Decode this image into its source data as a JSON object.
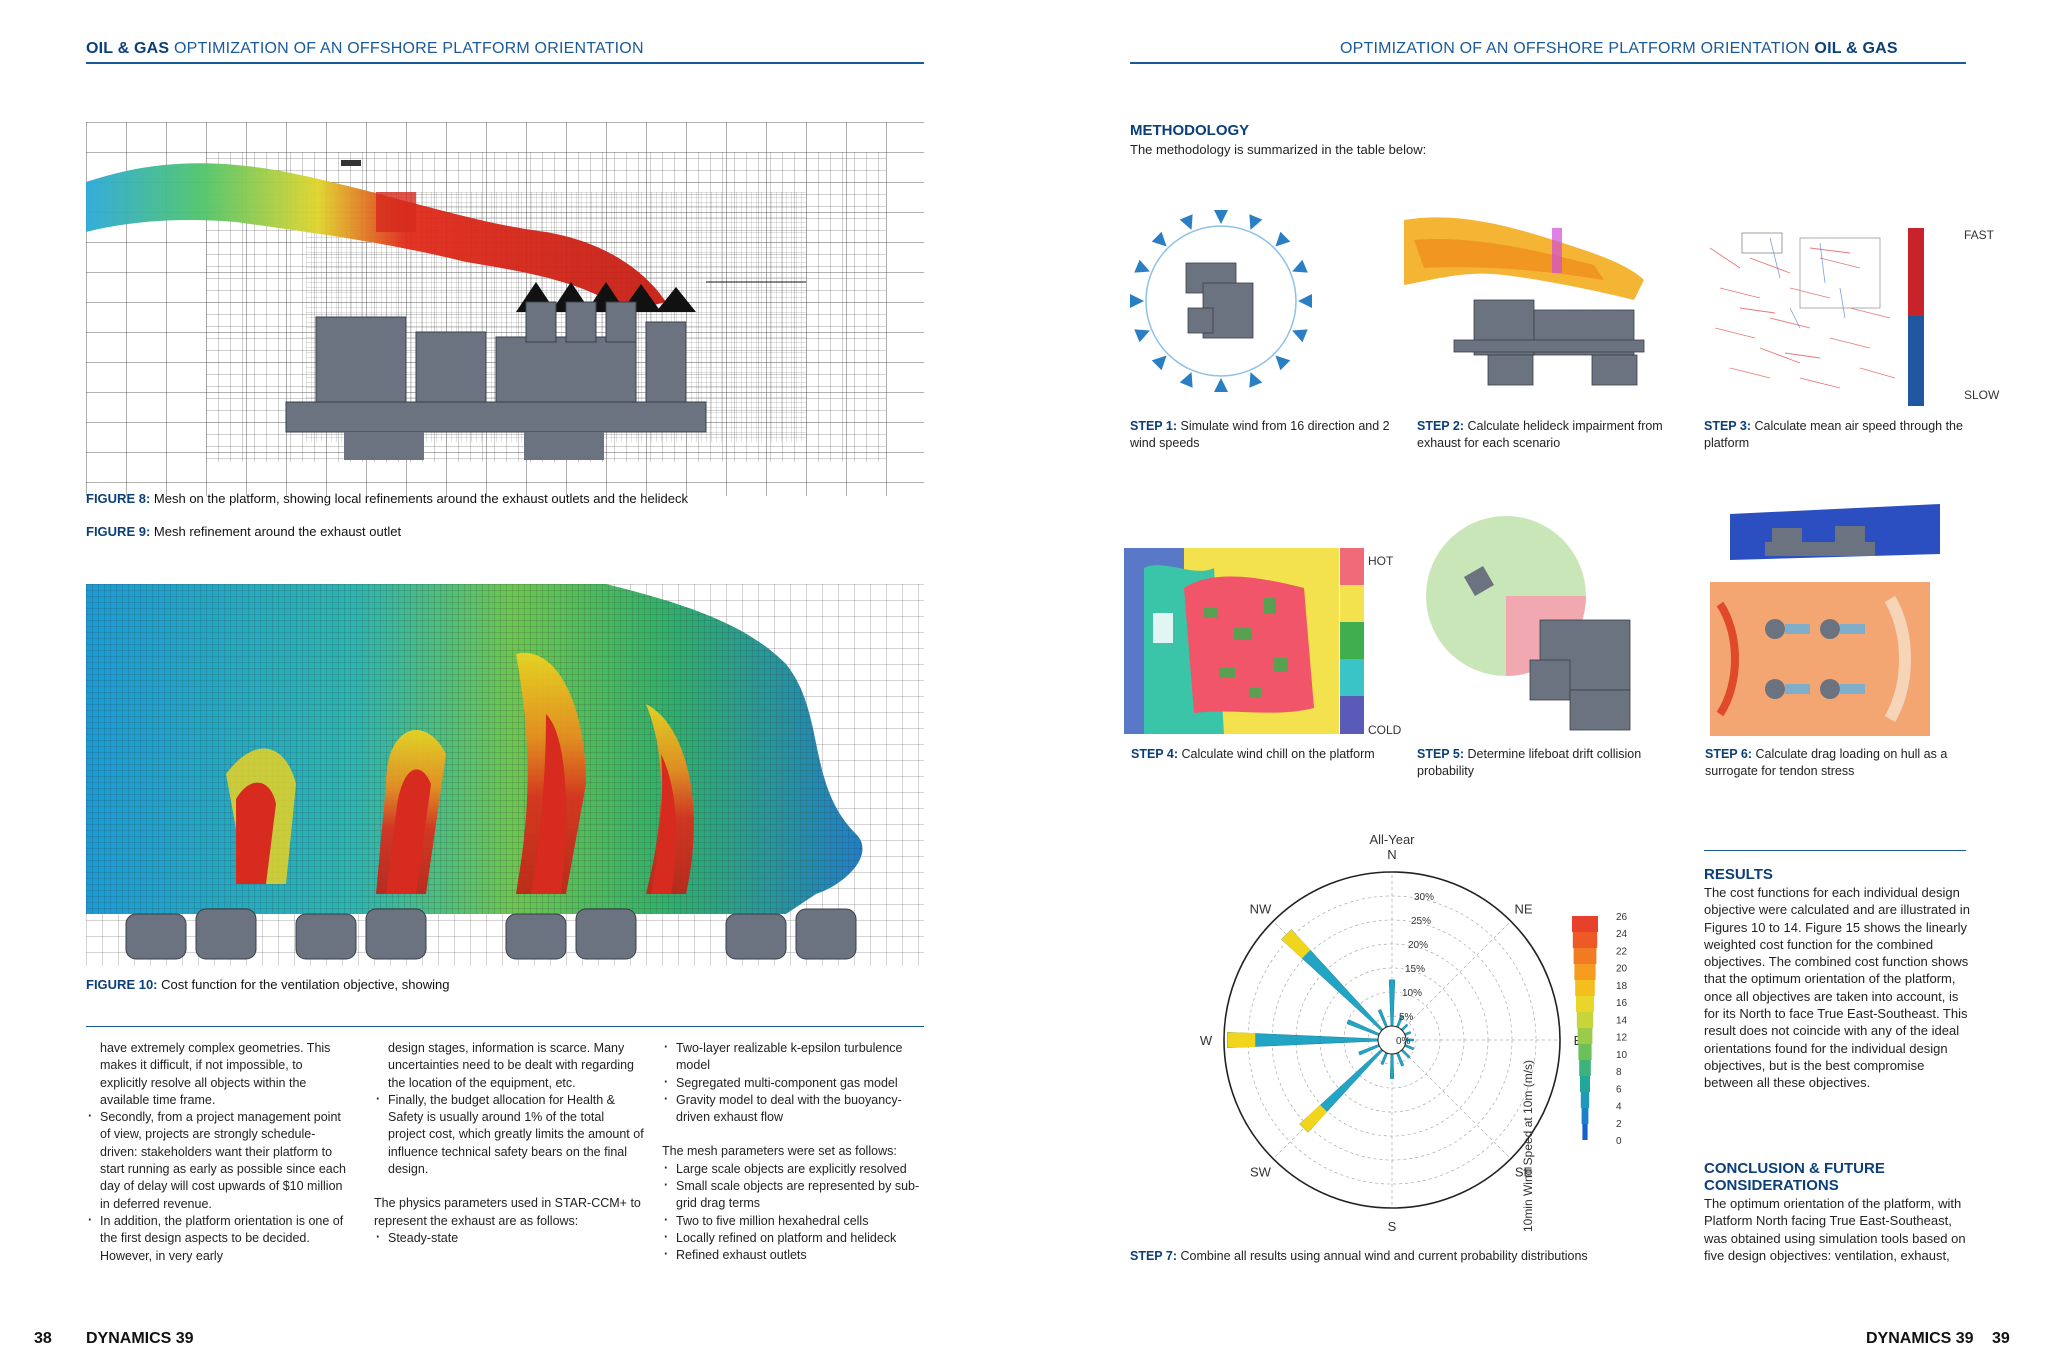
{
  "header": {
    "left_brand": "OIL & GAS",
    "left_title": "OPTIMIZATION OF AN OFFSHORE PLATFORM ORIENTATION",
    "right_title": "OPTIMIZATION OF AN OFFSHORE PLATFORM ORIENTATION",
    "right_brand": "OIL & GAS"
  },
  "figures": {
    "fig8_label": "FIGURE 8:",
    "fig8_text": "Mesh on the platform, showing local refinements around the exhaust outlets and the helideck",
    "fig9_label": "FIGURE 9:",
    "fig9_text": "Mesh refinement around the exhaust outlet",
    "fig10_label": "FIGURE 10:",
    "fig10_text": "Cost function for the ventilation objective, showing"
  },
  "columns": {
    "col1": [
      "have extremely complex geometries. This makes it difficult, if not impossible, to explicitly resolve all objects within the available time frame.",
      "Secondly, from a project management point of view, projects are strongly schedule-driven: stakeholders want their platform to start running as early as possible since each day of delay will cost upwards of $10 million in deferred revenue.",
      "In addition, the platform orientation is one of the first design aspects to be decided. However, in very early"
    ],
    "col2": [
      "design stages, information is scarce. Many uncertainties need to be dealt with regarding the location of the equipment, etc.",
      "Finally, the budget allocation for Health & Safety is usually around 1% of the total project cost, which greatly limits the amount of influence technical safety bears on the final design.",
      "The physics parameters used in STAR-CCM+ to represent the exhaust are as follows:",
      "Steady-state"
    ],
    "col3": [
      "Two-layer realizable k-epsilon turbulence model",
      "Segregated multi-component gas model",
      "Gravity model to deal with the buoyancy-driven exhaust flow",
      "The mesh parameters were set as follows:",
      "Large scale objects are explicitly resolved",
      "Small scale objects are represented by sub-grid drag terms",
      "Two to five million hexahedral cells",
      "Locally refined on platform and helideck",
      "Refined exhaust outlets"
    ]
  },
  "methodology": {
    "heading": "METHODOLOGY",
    "intro": "The methodology is summarized in the table below:",
    "steps": [
      {
        "label": "STEP 1:",
        "text": "Simulate wind from 16 direction and 2 wind speeds"
      },
      {
        "label": "STEP 2:",
        "text": "Calculate helideck impairment from exhaust for each scenario"
      },
      {
        "label": "STEP 3:",
        "text": "Calculate mean air speed through the platform"
      },
      {
        "label": "STEP 4:",
        "text": "Calculate wind chill on the platform"
      },
      {
        "label": "STEP 5:",
        "text": "Determine lifeboat drift collision probability"
      },
      {
        "label": "STEP 6:",
        "text": "Calculate drag loading on hull as a surrogate for tendon stress"
      },
      {
        "label": "STEP 7:",
        "text": "Combine all results using annual wind and current probability distributions"
      }
    ],
    "legend_fast": "FAST",
    "legend_slow": "SLOW",
    "legend_hot": "HOT",
    "legend_cold": "COLD"
  },
  "windrose": {
    "title": "All-Year",
    "directions": [
      "N",
      "NE",
      "E",
      "SE",
      "S",
      "SW",
      "W",
      "NW"
    ],
    "rings": [
      "0%",
      "5%",
      "10%",
      "15%",
      "20%",
      "25%",
      "30%"
    ],
    "colorbar_ticks": [
      "26",
      "24",
      "22",
      "20",
      "18",
      "16",
      "14",
      "12",
      "10",
      "8",
      "6",
      "4",
      "2",
      "0"
    ],
    "colorbar_label": "10min Wind Speed at 10m (m/s)"
  },
  "results": {
    "heading": "RESULTS",
    "text": "The cost functions for each individual design objective were calculated and are illustrated in Figures 10 to 14. Figure 15 shows the linearly weighted cost function for the combined objectives. The combined cost function shows that the optimum orientation of the platform, once all objectives are taken into account, is for its North to face True East-Southeast. This result does not coincide with any of the ideal orientations found for the individual design objectives, but is the best compromise between all these objectives."
  },
  "conclusion": {
    "heading": "CONCLUSION & FUTURE CONSIDERATIONS",
    "text": "The optimum orientation of the platform, with Platform North facing True East-Southeast, was obtained using simulation tools based on five design objectives: ventilation, exhaust,"
  },
  "footer": {
    "left_page": "38",
    "left_mag": "DYNAMICS 39",
    "right_mag": "DYNAMICS 39",
    "right_page": "39"
  },
  "colors": {
    "brand_blue": "#0b3f7a",
    "rule_blue": "#1a5a9a",
    "hot_red": "#d62b1e",
    "cold_blue": "#1f4fa3"
  }
}
